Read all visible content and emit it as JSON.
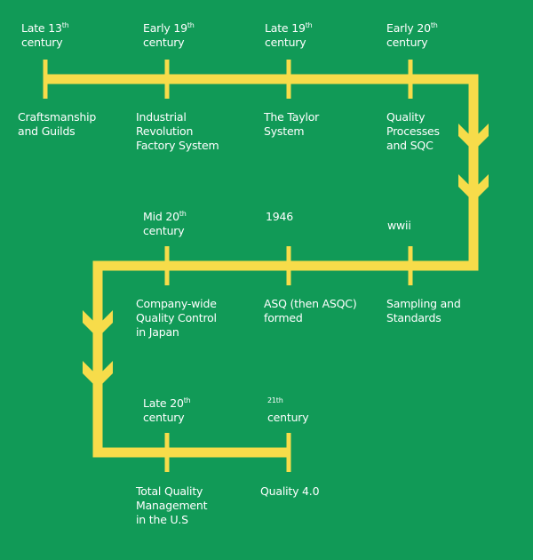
{
  "colors": {
    "background": "#119a57",
    "timeline": "#f7dc4a",
    "text": "#ffffff"
  },
  "milestones": [
    {
      "era_main": "Late 13",
      "era_sup": "th",
      "era_rest": "century",
      "event": "Craftsmanship\nand Guilds"
    },
    {
      "era_main": "Early 19",
      "era_sup": "th",
      "era_rest": "century",
      "event": "Industrial\nRevolution\nFactory System"
    },
    {
      "era_main": "Late 19",
      "era_sup": "th",
      "era_rest": "century",
      "event": "The Taylor\nSystem"
    },
    {
      "era_main": "Early 20",
      "era_sup": "th",
      "era_rest": "century",
      "event": "Quality\nProcesses\nand SQC"
    },
    {
      "era_main": "wwii",
      "era_sup": "",
      "era_rest": "",
      "event": "Sampling and\nStandards"
    },
    {
      "era_main": "1946",
      "era_sup": "",
      "era_rest": "",
      "event": "ASQ (then ASQC)\nformed"
    },
    {
      "era_main": "Mid 20",
      "era_sup": "th",
      "era_rest": "century",
      "event": "Company-wide\nQuality Control\nin Japan"
    },
    {
      "era_main": "Late 20",
      "era_sup": "th",
      "era_rest": "century",
      "event": "Total Quality\nManagement\nin the U.S"
    },
    {
      "era_main": "",
      "era_sup": "21th",
      "era_rest": "century",
      "event": "Quality 4.0"
    }
  ]
}
